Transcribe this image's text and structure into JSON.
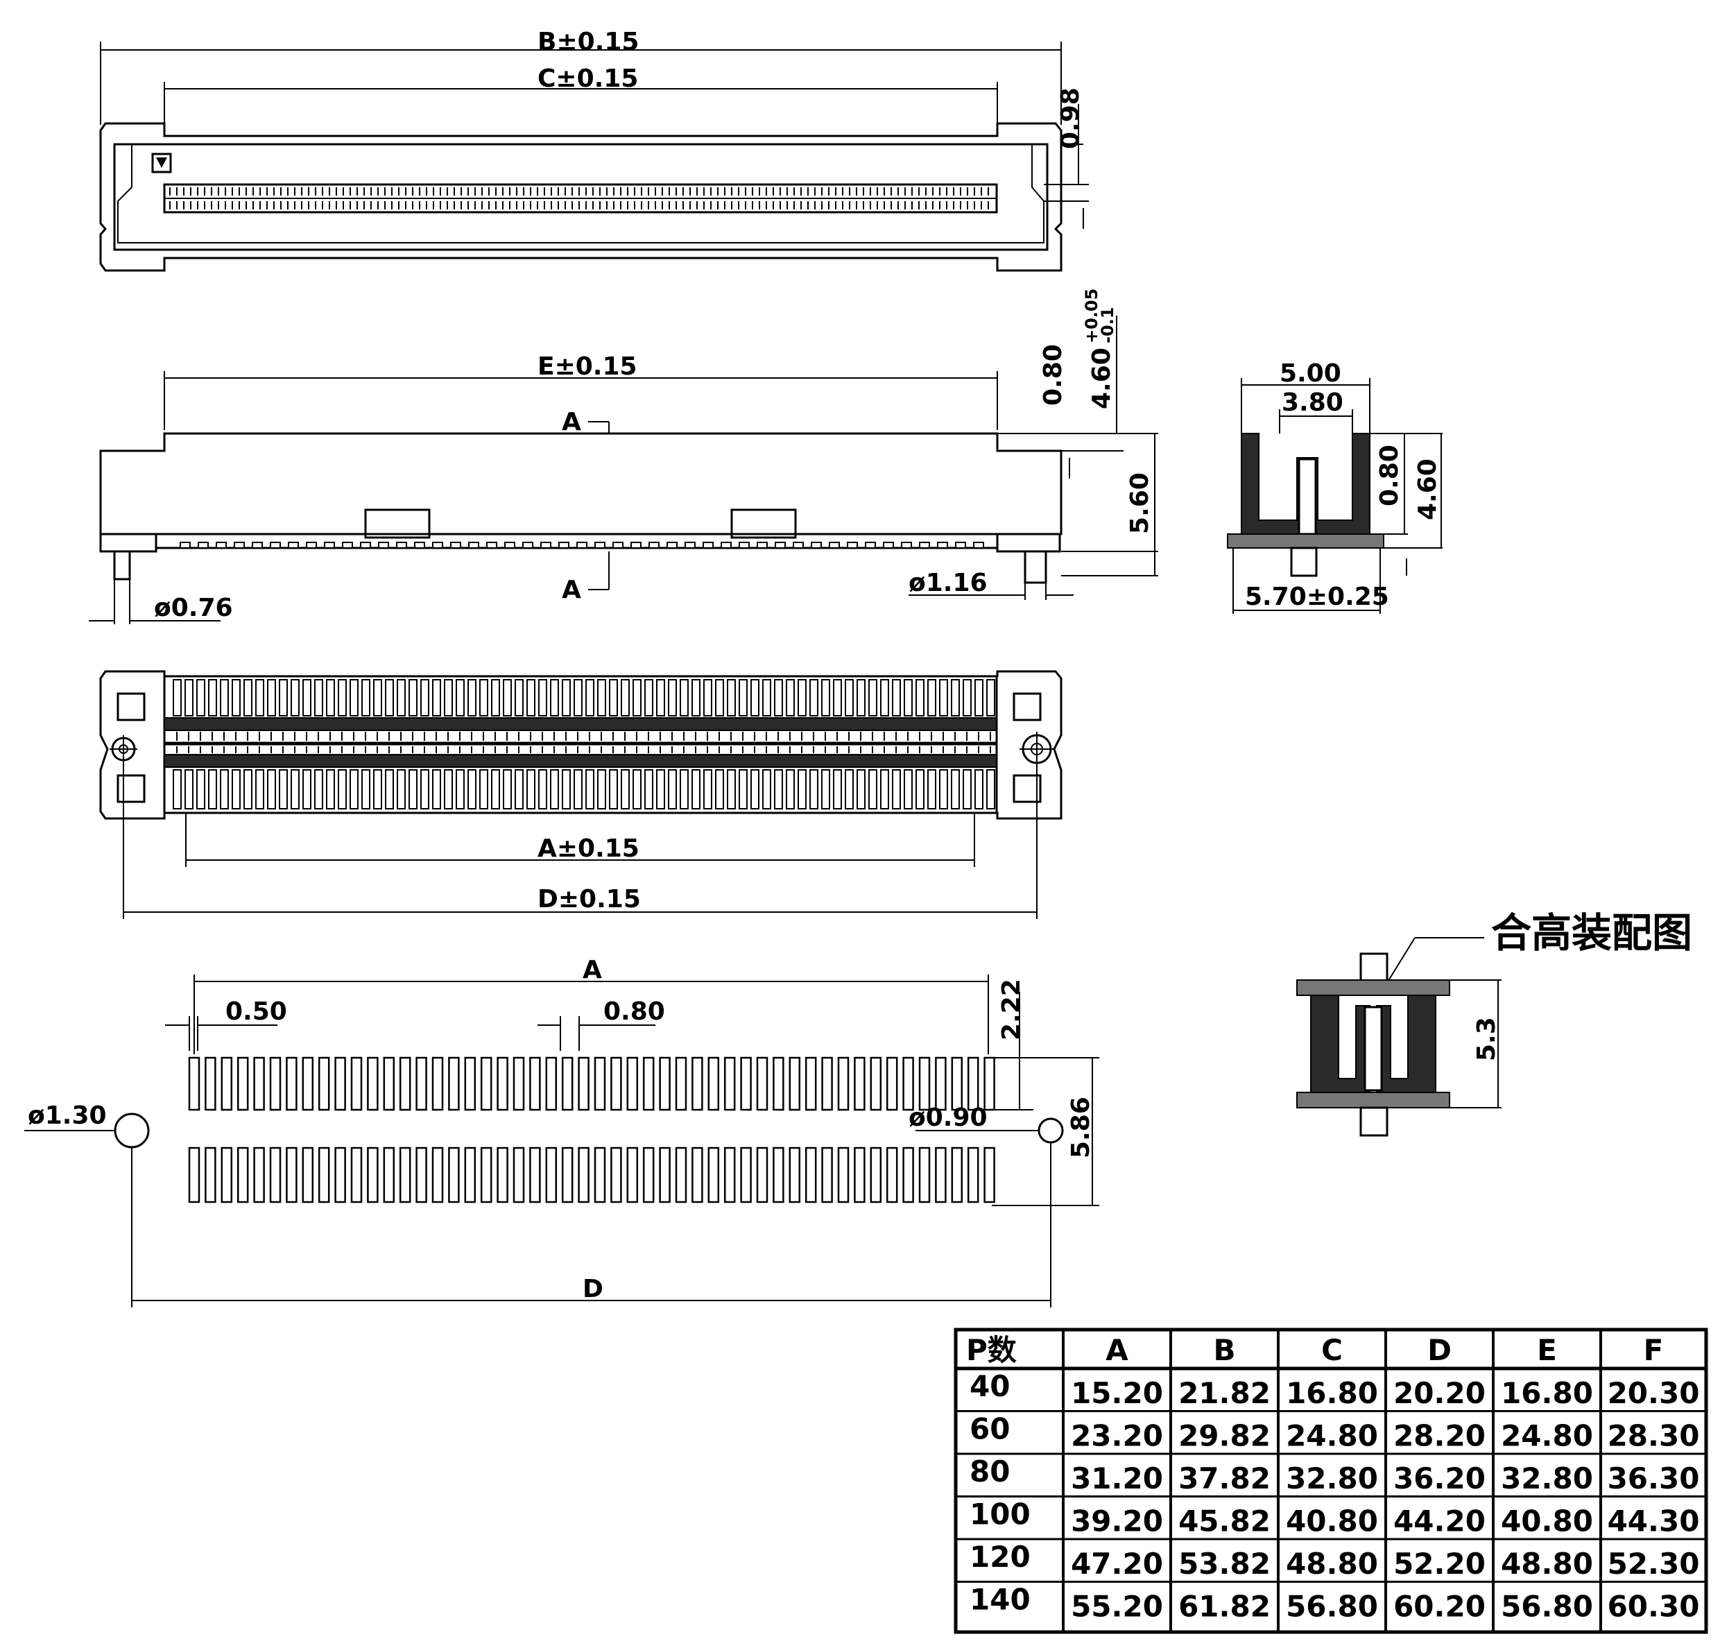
{
  "top_view": {
    "dim_b": "B±0.15",
    "dim_c": "C±0.15",
    "dim_098": "0.98"
  },
  "side_view": {
    "dim_e": "E±0.15",
    "section_top": "A",
    "section_bottom": "A",
    "dim_080": "0.80",
    "dim_460": "4.60",
    "tol_plus": "+0.05",
    "tol_minus": "-0.1",
    "dim_560": "5.60",
    "dim_phi116": "ø1.16",
    "dim_phi076": "ø0.76"
  },
  "end_view": {
    "dim_500": "5.00",
    "dim_380": "3.80",
    "dim_080": "0.80",
    "dim_460": "4.60",
    "dim_570": "5.70±0.25"
  },
  "bottom_view": {
    "dim_a": "A±0.15",
    "dim_d": "D±0.15"
  },
  "footprint": {
    "dim_a": "A",
    "dim_050": "0.50",
    "dim_080": "0.80",
    "dim_222": "2.22",
    "dim_phi130": "ø1.30",
    "dim_phi090": "ø0.90",
    "dim_586": "5.86",
    "dim_d": "D"
  },
  "mating_view": {
    "label": "合高装配图",
    "dim_53": "5.3"
  },
  "table": {
    "headers": [
      "P数",
      "A",
      "B",
      "C",
      "D",
      "E",
      "F"
    ],
    "rows": [
      [
        "40",
        "15.20",
        "21.82",
        "16.80",
        "20.20",
        "16.80",
        "20.30"
      ],
      [
        "60",
        "23.20",
        "29.82",
        "24.80",
        "28.20",
        "24.80",
        "28.30"
      ],
      [
        "80",
        "31.20",
        "37.82",
        "32.80",
        "36.20",
        "32.80",
        "36.30"
      ],
      [
        "100",
        "39.20",
        "45.82",
        "40.80",
        "44.20",
        "40.80",
        "44.30"
      ],
      [
        "120",
        "47.20",
        "53.82",
        "48.80",
        "52.20",
        "48.80",
        "52.30"
      ],
      [
        "140",
        "55.20",
        "61.82",
        "56.80",
        "60.20",
        "56.80",
        "60.30"
      ]
    ]
  }
}
